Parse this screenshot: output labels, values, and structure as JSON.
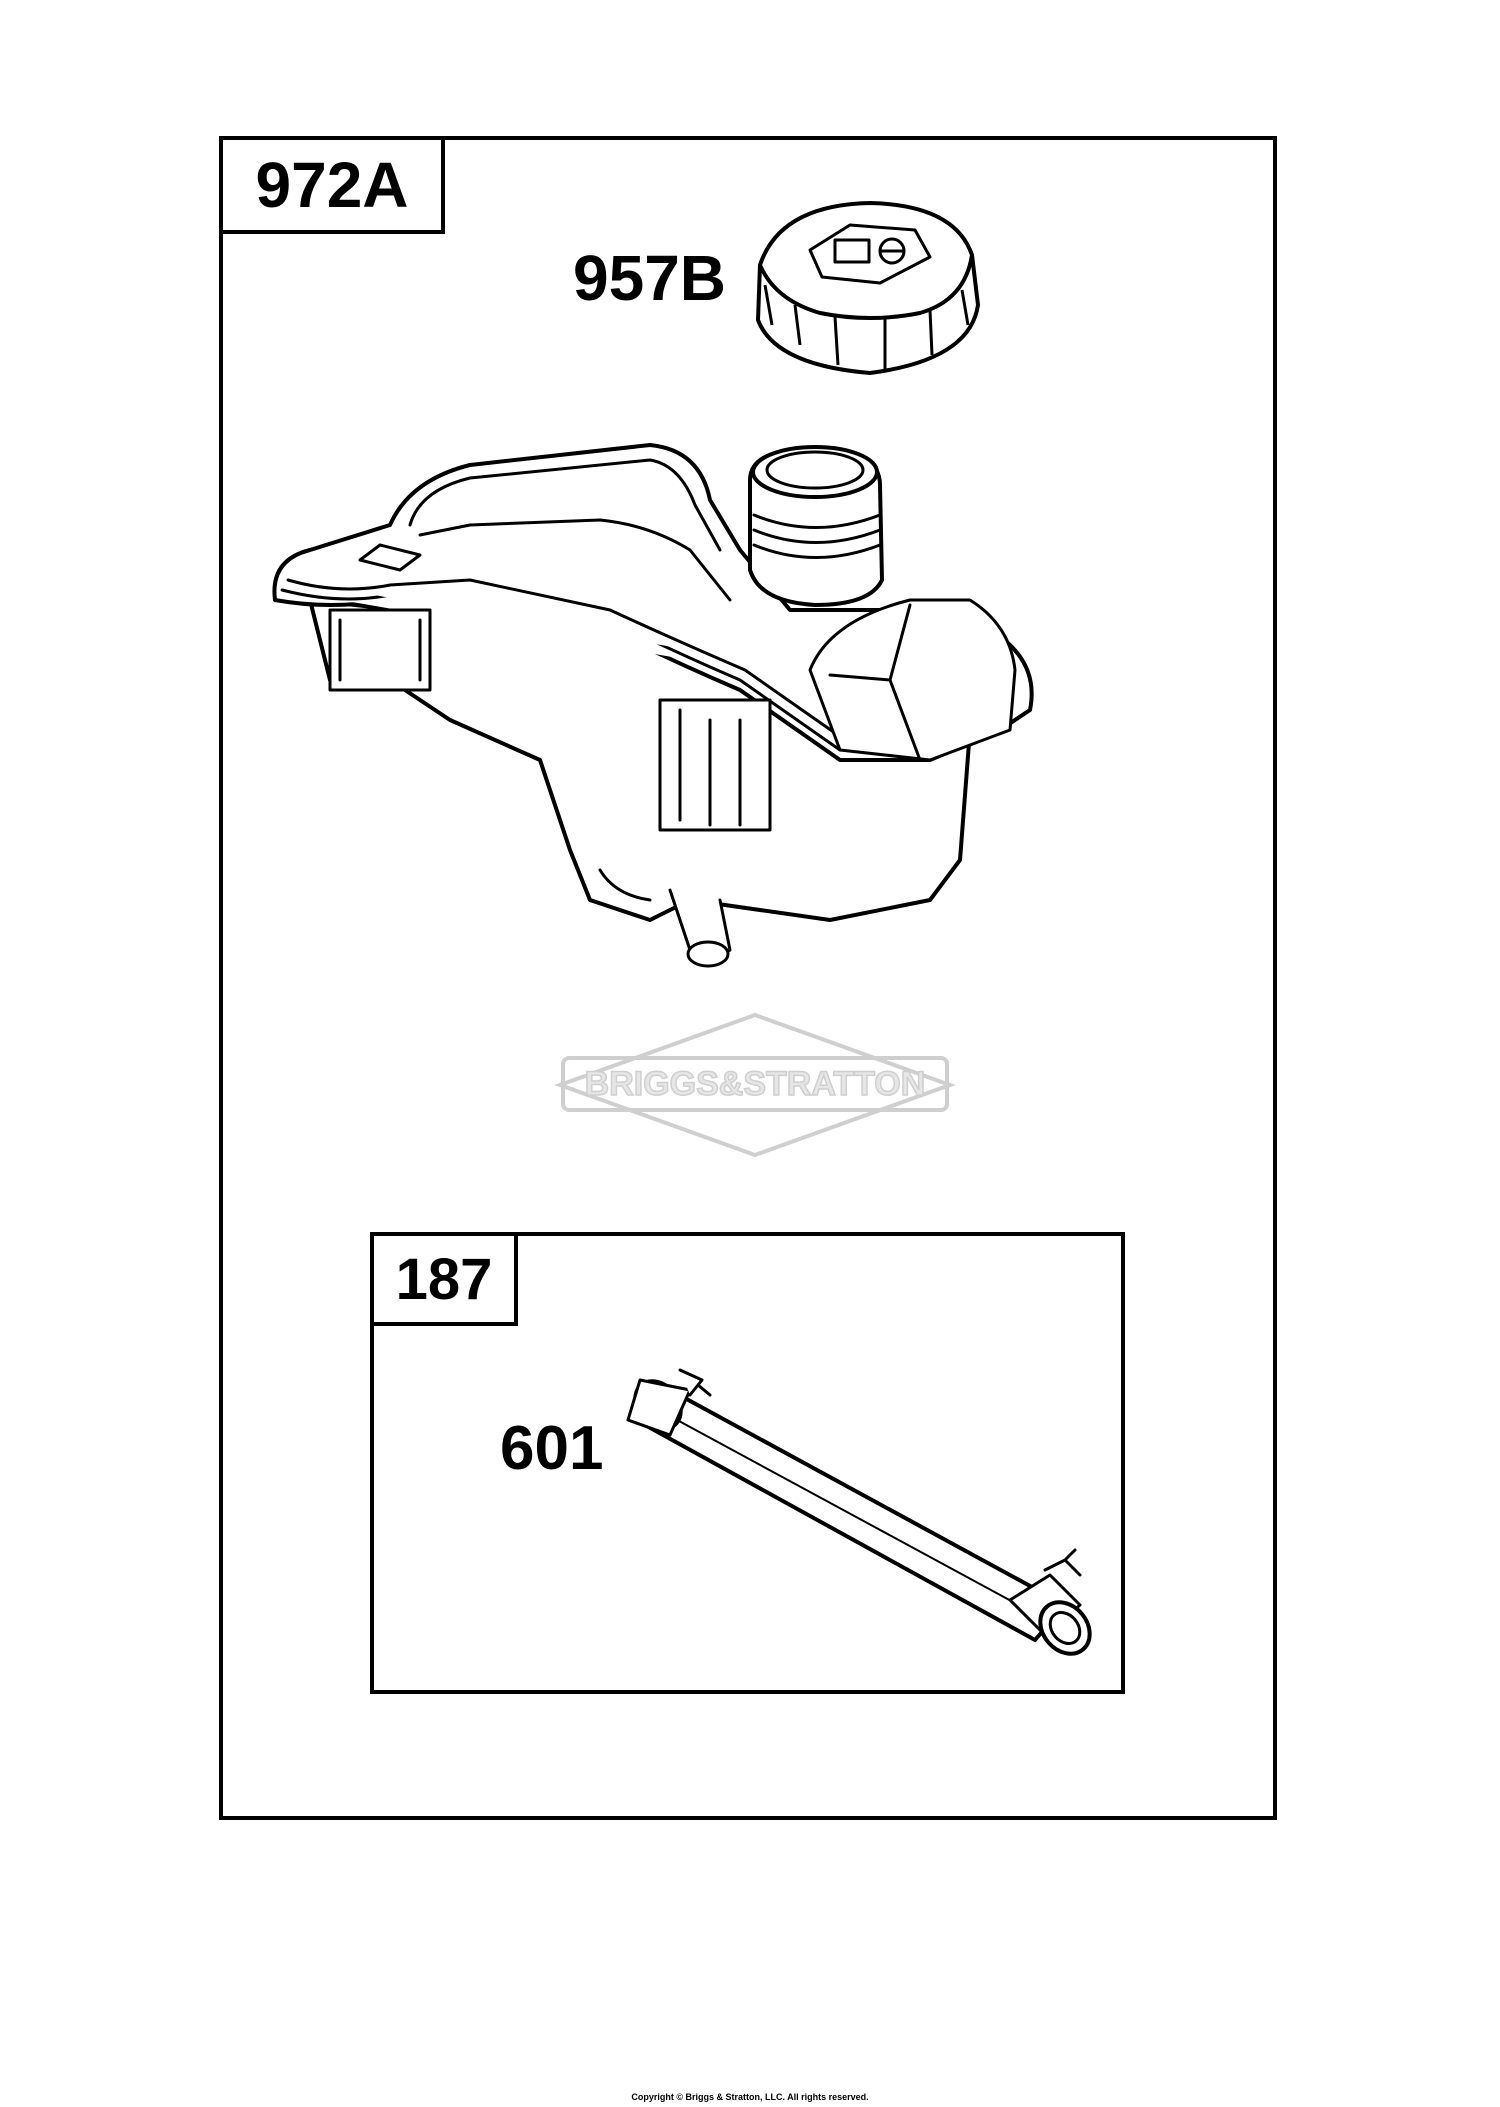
{
  "outer_kit": {
    "part_number": "972A"
  },
  "cap": {
    "callout": "957B"
  },
  "tank": {
    "icon": "fuel-tank-illustration"
  },
  "watermark": {
    "text": "BRIGGS&STRATTON"
  },
  "inner_kit": {
    "part_number": "187"
  },
  "line": {
    "callout": "601",
    "icon": "fuel-line-illustration"
  },
  "footer": {
    "copyright": "Copyright © Briggs & Stratton, LLC. All rights reserved."
  }
}
